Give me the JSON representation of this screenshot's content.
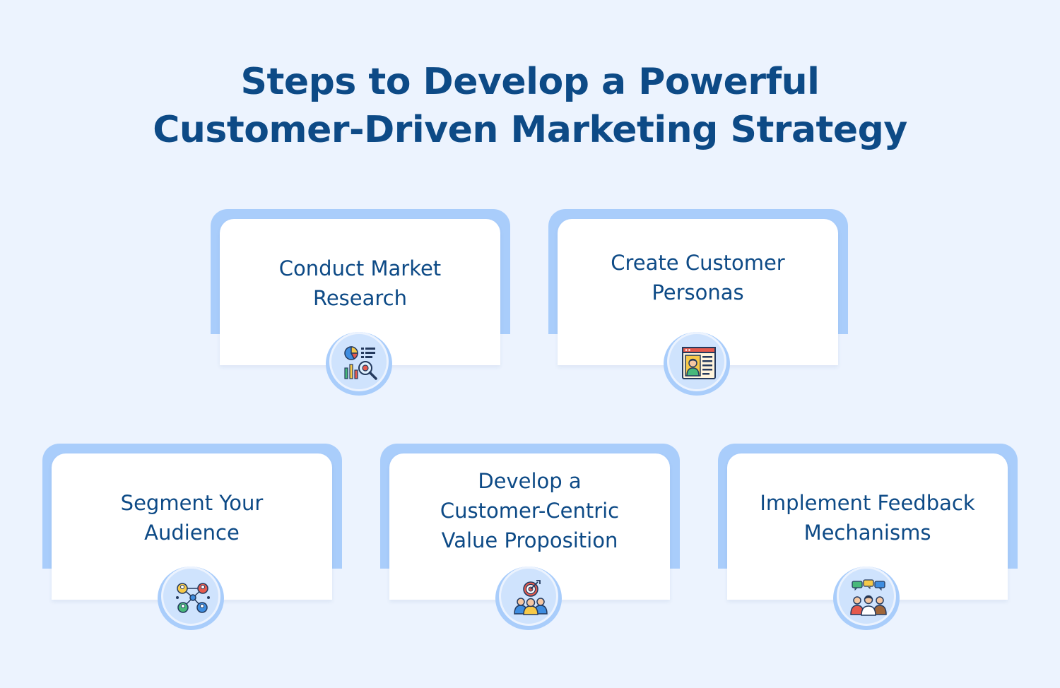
{
  "title": {
    "line1": "Steps to Develop a Powerful",
    "line2": "Customer-Driven Marketing Strategy"
  },
  "steps": [
    {
      "lines": [
        "Conduct Market",
        "Research"
      ],
      "icon": "market-research-icon"
    },
    {
      "lines": [
        "Create Customer",
        "Personas"
      ],
      "icon": "customer-persona-icon"
    },
    {
      "lines": [
        "Segment Your",
        "Audience"
      ],
      "icon": "audience-segment-icon"
    },
    {
      "lines": [
        "Develop a",
        "Customer-Centric",
        "Value Proposition"
      ],
      "icon": "value-proposition-target-icon"
    },
    {
      "lines": [
        "Implement Feedback",
        "Mechanisms"
      ],
      "icon": "feedback-group-icon"
    }
  ],
  "colors": {
    "background": "#ecf3fe",
    "title": "#0d4a86",
    "card_frame": "#a9cdfb",
    "card": "#ffffff",
    "icon_circle": "#cfe3fd"
  }
}
